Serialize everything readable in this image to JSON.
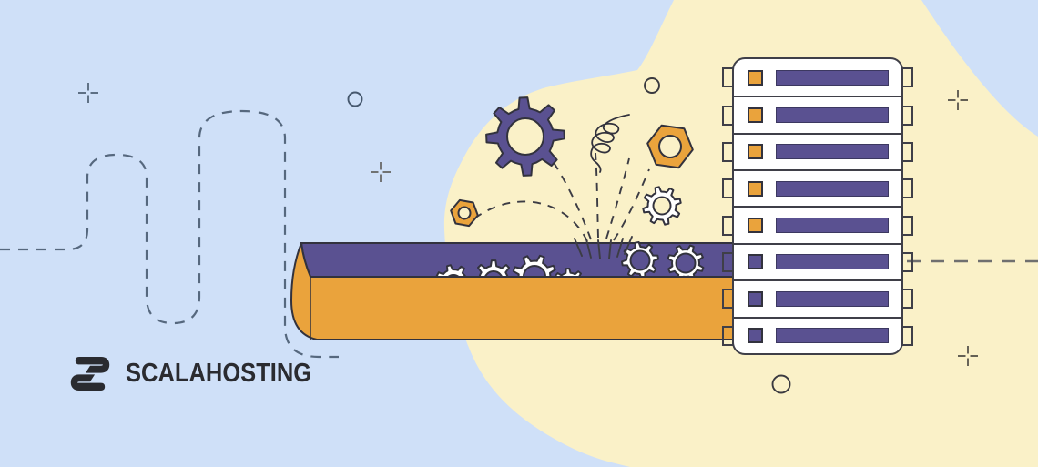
{
  "brand": {
    "name": "SCALAHOSTING",
    "logo_icon": "scalahosting-s-icon"
  },
  "palette": {
    "background_blue": "#cfe0f8",
    "blob_yellow": "#faf1c8",
    "purple": "#5a5191",
    "orange": "#eaa33c",
    "outline_dark": "#32323d",
    "logo_dark": "#2a2b30",
    "dashed_path_slate": "#56687e",
    "dashed_line_gray": "#6f6f6f"
  },
  "illustration": {
    "server_rack": {
      "units": [
        {
          "led": "orange"
        },
        {
          "led": "orange"
        },
        {
          "led": "orange"
        },
        {
          "led": "orange"
        },
        {
          "led": "orange"
        },
        {
          "led": "purple"
        },
        {
          "led": "purple"
        },
        {
          "led": "purple"
        }
      ]
    },
    "conveyor_belt": {
      "top_surface": "purple",
      "front_face": "orange",
      "gears_on_belt": 6
    },
    "floating_elements": [
      "purple-gear",
      "orange-hex-nut-large",
      "white-gear",
      "orange-hex-nut-small",
      "spring-doodle",
      "bubble-circle-top",
      "bubble-circle-left",
      "bubble-circle-bottom",
      "plus-mark-top-left",
      "plus-mark-mid-left",
      "plus-mark-top-right",
      "plus-mark-bottom-right",
      "dashed-spray-fountain",
      "winding-dashed-path",
      "horizontal-dashed-line"
    ]
  }
}
